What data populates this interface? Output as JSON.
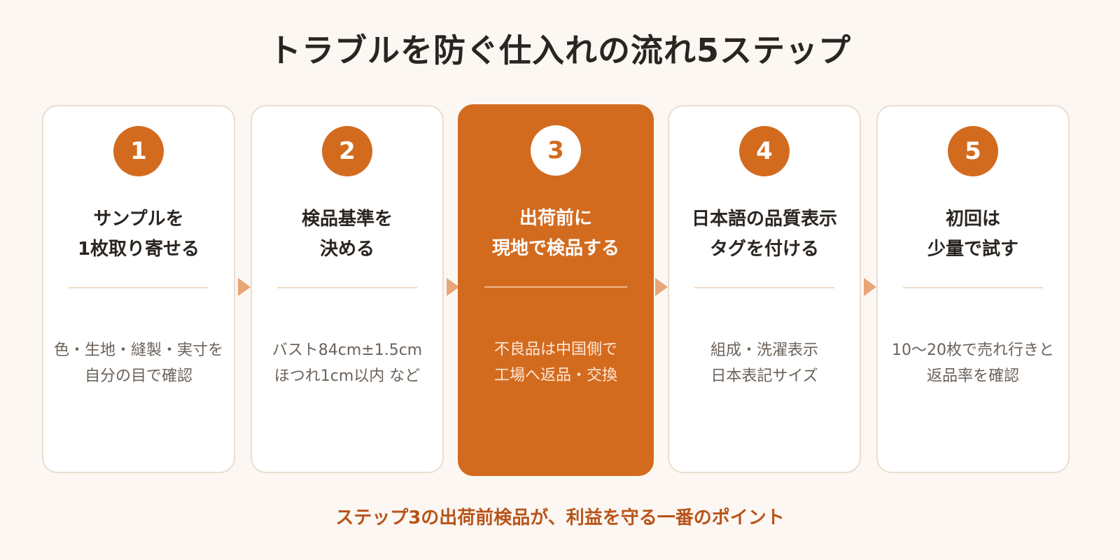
{
  "title": "トラブルを防ぐ仕入れの流れ5ステップ",
  "colors": {
    "accent": "#d36b1f",
    "background": "#fcf7f2",
    "card": "#ffffff",
    "card_border": "#eaddd0",
    "arrow": "#e8a578",
    "footer_text": "#b8541a"
  },
  "steps": [
    {
      "number": "1",
      "title_lines": [
        "サンプルを",
        "1枚取り寄せる"
      ],
      "desc_lines": [
        "色・生地・縫製・実寸を",
        "自分の目で確認"
      ],
      "highlight": false
    },
    {
      "number": "2",
      "title_lines": [
        "検品基準を",
        "決める"
      ],
      "desc_lines": [
        "バスト84cm±1.5cm",
        "ほつれ1cm以内 など"
      ],
      "highlight": false
    },
    {
      "number": "3",
      "title_lines": [
        "出荷前に",
        "現地で検品する"
      ],
      "desc_lines": [
        "不良品は中国側で",
        "工場へ返品・交換"
      ],
      "highlight": true
    },
    {
      "number": "4",
      "title_lines": [
        "日本語の品質表示",
        "タグを付ける"
      ],
      "desc_lines": [
        "組成・洗濯表示",
        "日本表記サイズ"
      ],
      "highlight": false
    },
    {
      "number": "5",
      "title_lines": [
        "初回は",
        "少量で試す"
      ],
      "desc_lines": [
        "10〜20枚で売れ行きと",
        "返品率を確認"
      ],
      "highlight": false
    }
  ],
  "footer": "ステップ3の出荷前検品が、利益を守る一番のポイント"
}
